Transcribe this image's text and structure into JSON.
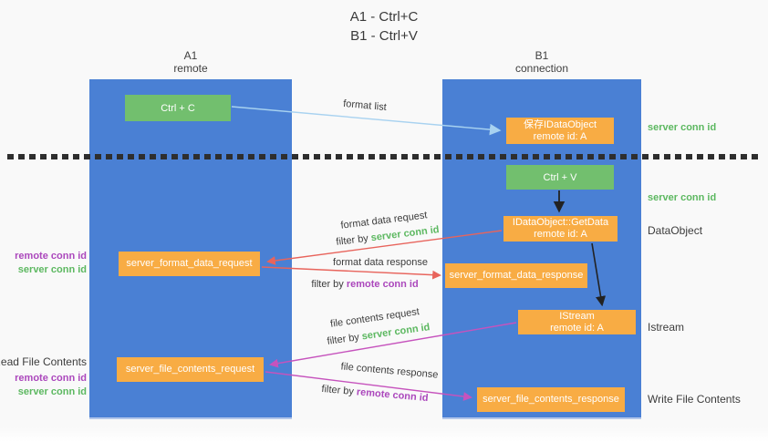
{
  "title": {
    "line1": "A1 - Ctrl+C",
    "line2": "B1 - Ctrl+V"
  },
  "columns": {
    "a1": {
      "name": "A1",
      "subtitle": "remote"
    },
    "b1": {
      "name": "B1",
      "subtitle": "connection"
    }
  },
  "nodes": {
    "ctrl_c": "Ctrl + C",
    "ctrl_v": "Ctrl + V",
    "save_dataobject": {
      "line1": "保存IDataObject",
      "line2": "remote id: A"
    },
    "getdata": {
      "line1": "IDataObject::GetData",
      "line2": "remote id: A"
    },
    "format_request": "server_format_data_request",
    "format_response": "server_format_data_response",
    "istream": {
      "line1": "IStream",
      "line2": "remote id: A"
    },
    "file_request": "server_file_contents_request",
    "file_response": "server_file_contents_response"
  },
  "arrow_labels": {
    "format_list": "format list",
    "format_data_request": "format data request",
    "format_data_request_filter": {
      "prefix": "filter by ",
      "id": "server conn id"
    },
    "format_data_response": "format data response",
    "format_data_response_filter": {
      "prefix": "filter by ",
      "id": "remote conn id"
    },
    "file_contents_request": "file contents request",
    "file_contents_request_filter": {
      "prefix": "filter by ",
      "id": "server conn id"
    },
    "file_contents_response": "file contents response",
    "file_contents_response_filter": {
      "prefix": "filter by ",
      "id": "remote conn id"
    }
  },
  "side_labels": {
    "left_format_remote": "remote conn id",
    "left_format_server": "server conn id",
    "read_file": "Read File Contents",
    "left_file_remote": "remote conn id",
    "left_file_server": "server conn id",
    "right_server_top": "server conn id",
    "right_server_mid": "server conn id",
    "dataobject": "DataObject",
    "istream": "Istream",
    "write_file": "Write File Contents"
  },
  "colors": {
    "column_blue": "#4a80d4",
    "button_green": "#72bf6e",
    "box_orange": "#f8ac44",
    "green_text": "#5cb860",
    "purple_text": "#ab47bc",
    "red_arrow": "#e8645c",
    "magenta_arrow": "#c653bd",
    "lightblue_arrow": "#a8d2f0",
    "black_arrow": "#222222"
  }
}
